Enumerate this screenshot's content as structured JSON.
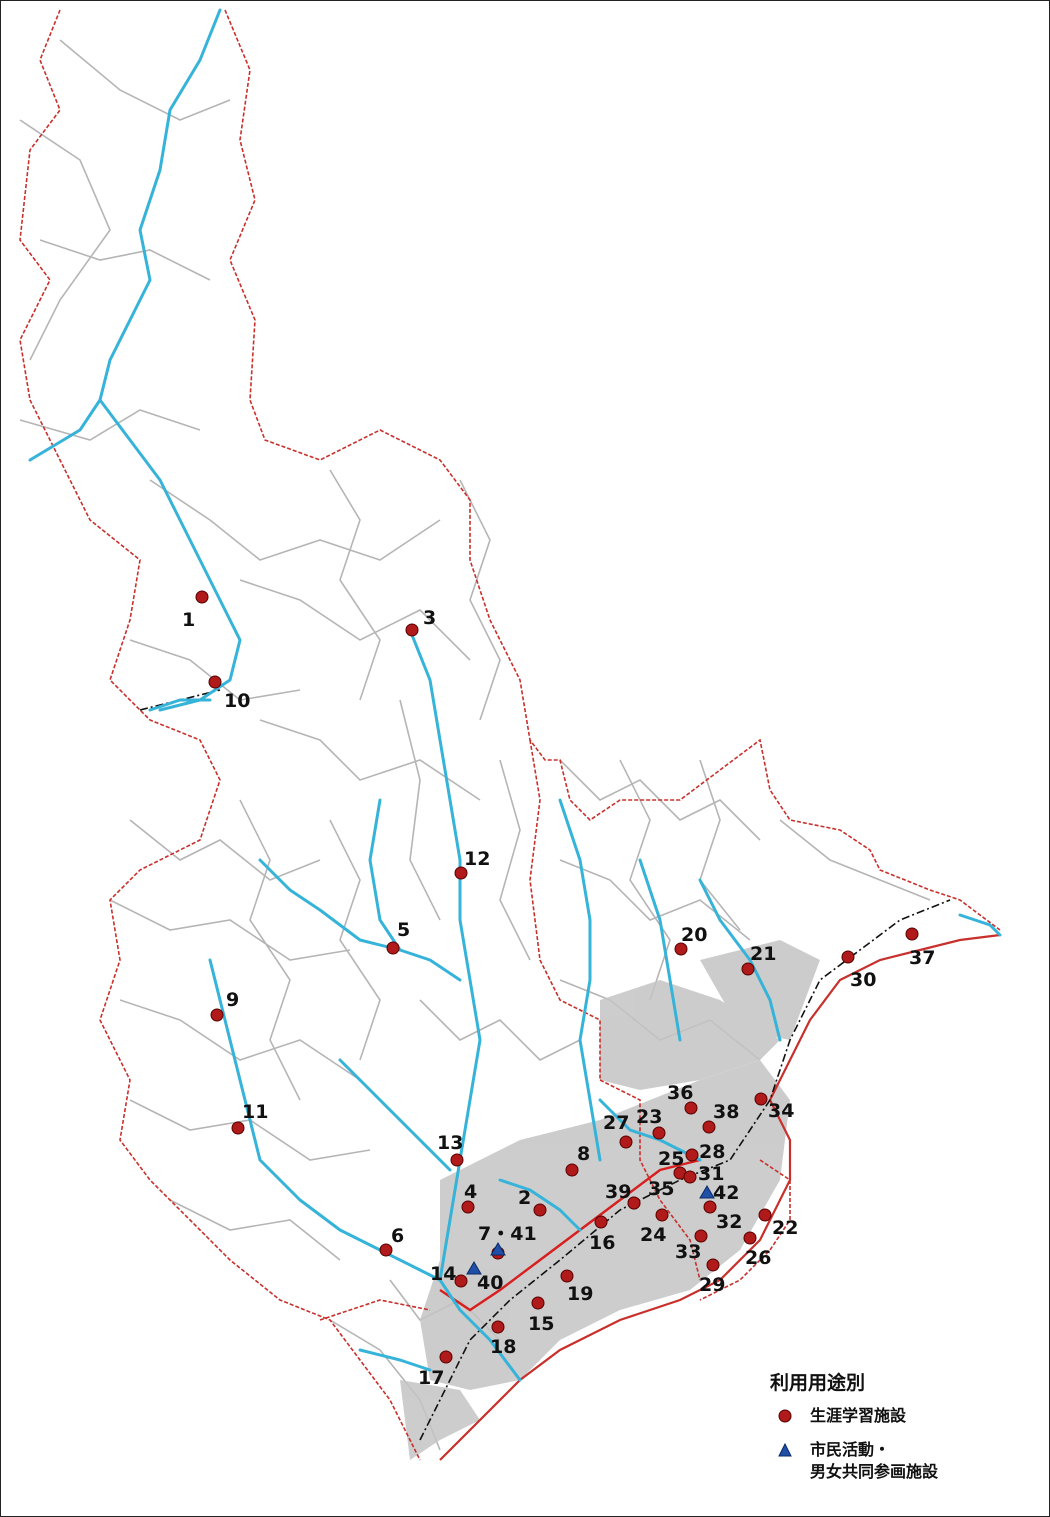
{
  "colors": {
    "facility_marker": "#b01a1a",
    "civic_marker": "#1f4fa6",
    "river": "#36b3d9",
    "boundary": "#c8302c",
    "road": "#b5b5b5",
    "main_road": "#d81e1e"
  },
  "legend": {
    "title": "利用用途別",
    "items": [
      {
        "label": "生涯学習施設",
        "marker": "red-circle"
      },
      {
        "label_line1": "市民活動・",
        "label_line2": "男女共同参画施設",
        "marker": "blue-triangle"
      }
    ]
  },
  "facilities": [
    {
      "label": "1",
      "type": "lifelong"
    },
    {
      "label": "2",
      "type": "lifelong"
    },
    {
      "label": "3",
      "type": "lifelong"
    },
    {
      "label": "4",
      "type": "lifelong"
    },
    {
      "label": "5",
      "type": "lifelong"
    },
    {
      "label": "6",
      "type": "lifelong"
    },
    {
      "label": "7・41",
      "type": "both"
    },
    {
      "label": "8",
      "type": "lifelong"
    },
    {
      "label": "9",
      "type": "lifelong"
    },
    {
      "label": "10",
      "type": "lifelong"
    },
    {
      "label": "11",
      "type": "lifelong"
    },
    {
      "label": "12",
      "type": "lifelong"
    },
    {
      "label": "13",
      "type": "lifelong"
    },
    {
      "label": "14",
      "type": "lifelong"
    },
    {
      "label": "15",
      "type": "lifelong"
    },
    {
      "label": "16",
      "type": "lifelong"
    },
    {
      "label": "17",
      "type": "lifelong"
    },
    {
      "label": "18",
      "type": "lifelong"
    },
    {
      "label": "19",
      "type": "lifelong"
    },
    {
      "label": "20",
      "type": "lifelong"
    },
    {
      "label": "21",
      "type": "lifelong"
    },
    {
      "label": "22",
      "type": "lifelong"
    },
    {
      "label": "23",
      "type": "lifelong"
    },
    {
      "label": "24",
      "type": "lifelong"
    },
    {
      "label": "25",
      "type": "lifelong"
    },
    {
      "label": "26",
      "type": "lifelong"
    },
    {
      "label": "27",
      "type": "lifelong"
    },
    {
      "label": "28",
      "type": "lifelong"
    },
    {
      "label": "29",
      "type": "lifelong"
    },
    {
      "label": "30",
      "type": "lifelong"
    },
    {
      "label": "31",
      "type": "lifelong"
    },
    {
      "label": "32",
      "type": "lifelong"
    },
    {
      "label": "33",
      "type": "lifelong"
    },
    {
      "label": "34",
      "type": "lifelong"
    },
    {
      "label": "35",
      "type": "lifelong"
    },
    {
      "label": "36",
      "type": "lifelong"
    },
    {
      "label": "37",
      "type": "lifelong"
    },
    {
      "label": "38",
      "type": "lifelong"
    },
    {
      "label": "39",
      "type": "lifelong"
    },
    {
      "label": "40",
      "type": "civic"
    },
    {
      "label": "42",
      "type": "civic"
    }
  ]
}
